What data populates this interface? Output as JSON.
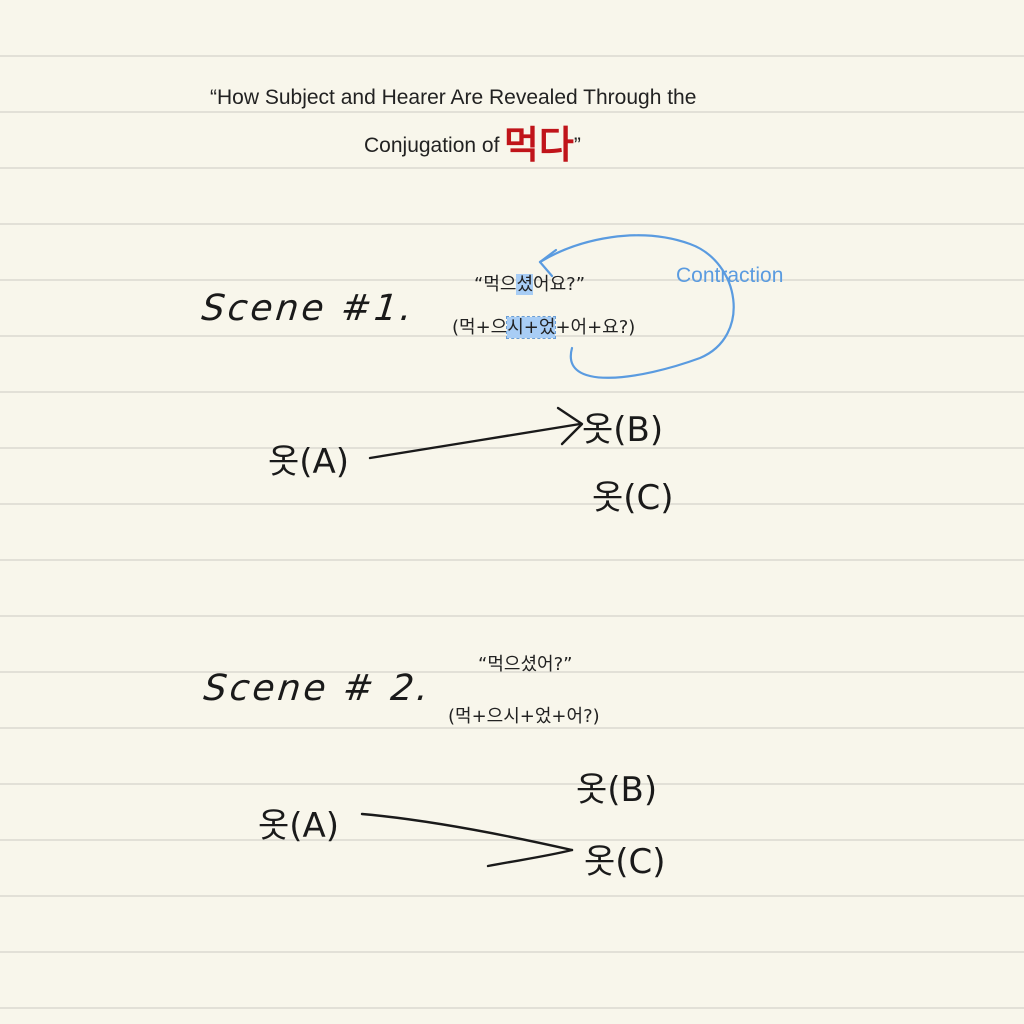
{
  "title": {
    "line1": "“How Subject and Hearer Are Revealed Through the",
    "line2_prefix": "Conjugation of",
    "line2_highlight": "먹다",
    "line2_suffix": "”"
  },
  "scene1": {
    "label": "Scene #1.",
    "sentence": {
      "open": "“먹으",
      "highlight": "셨",
      "close": "어요?”"
    },
    "breakdown": {
      "part1": "(먹+으",
      "highlight": "시+었",
      "part2": "+어+요?)"
    },
    "annotation": "Contraction",
    "speaker": "옷(A)",
    "hearer_b": "옷(B)",
    "hearer_c": "옷(C)"
  },
  "scene2": {
    "label": "Scene # 2.",
    "sentence": "“먹으셨어?”",
    "breakdown": "(먹+으시+었+어?)",
    "speaker": "옷(A)",
    "hearer_b": "옷(B)",
    "hearer_c": "옷(C)"
  },
  "colors": {
    "paper": "#f8f6eb",
    "rule_line": "#d4d3cb",
    "title_red": "#c0141a",
    "annotation_blue": "#5a9be0",
    "highlight": "#a8cdf5",
    "ink": "#1a1a1a"
  }
}
